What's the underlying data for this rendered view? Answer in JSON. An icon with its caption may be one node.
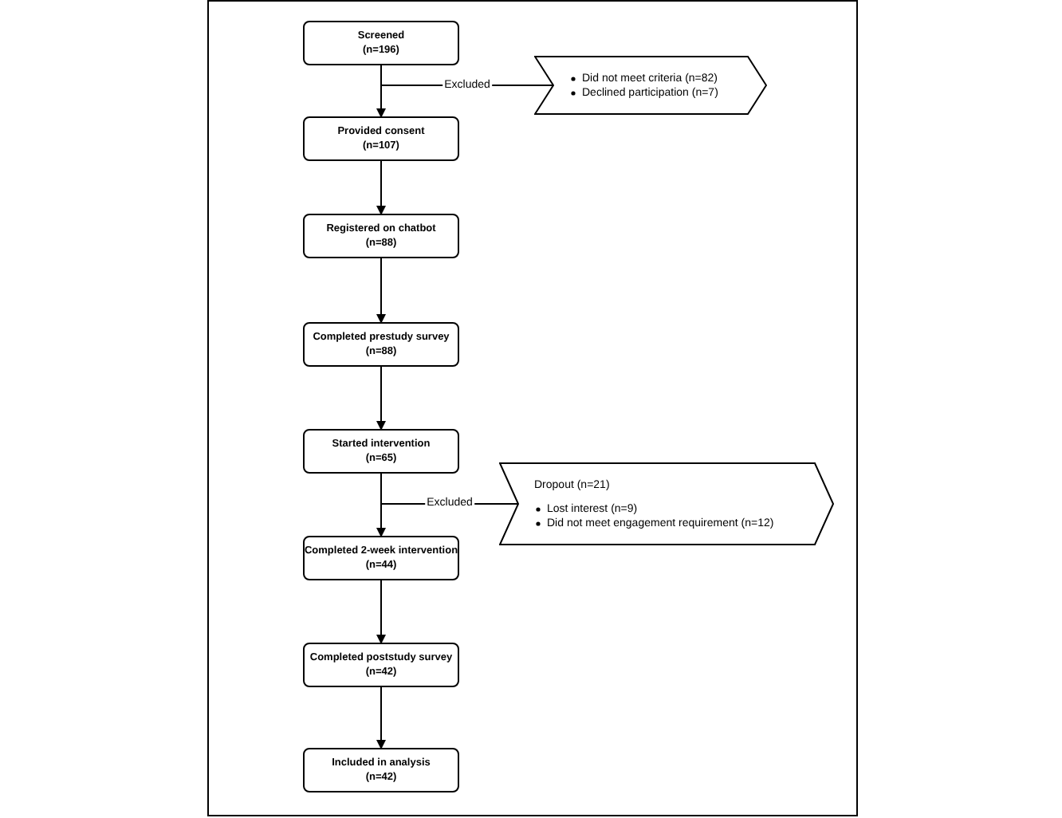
{
  "diagram": {
    "nodes": [
      {
        "text": [
          "Screened",
          "(n=196)"
        ]
      },
      {
        "text": [
          "Did not meet criteria (n=82)",
          "Declined participation (n=7)"
        ]
      },
      {
        "text": [
          "Provided consent",
          "(n=107)"
        ]
      },
      {
        "text": [
          "Registered on chatbot",
          "(n=88)"
        ]
      },
      {
        "text": [
          "Completed prestudy survey",
          "(n=88)"
        ]
      },
      {
        "text": [
          "Started intervention",
          "(n=65)"
        ]
      },
      {
        "text": [
          "Dropout (n=21)",
          "Lost interest (n=9)",
          "Did not meet engagement requirement (n=12)"
        ]
      },
      {
        "text": [
          "Completed 2-week intervention",
          "(n=44)"
        ]
      },
      {
        "text": [
          "Completed poststudy survey",
          "(n=42)"
        ]
      },
      {
        "text": [
          "Included in analysis",
          "(n=42)"
        ]
      }
    ],
    "edges": [
      {
        "from": 0,
        "to": 2,
        "arrow": "to"
      },
      {
        "from": 0,
        "to": 1,
        "arrow": "none",
        "label": "Excluded"
      },
      {
        "from": 2,
        "to": 3,
        "arrow": "to"
      },
      {
        "from": 3,
        "to": 4,
        "arrow": "to"
      },
      {
        "from": 4,
        "to": 5,
        "arrow": "to"
      },
      {
        "from": 5,
        "to": 7,
        "arrow": "to"
      },
      {
        "from": 5,
        "to": 6,
        "arrow": "none",
        "label": "Excluded"
      },
      {
        "from": 7,
        "to": 8,
        "arrow": "to"
      },
      {
        "from": 8,
        "to": 9,
        "arrow": "to"
      }
    ]
  }
}
